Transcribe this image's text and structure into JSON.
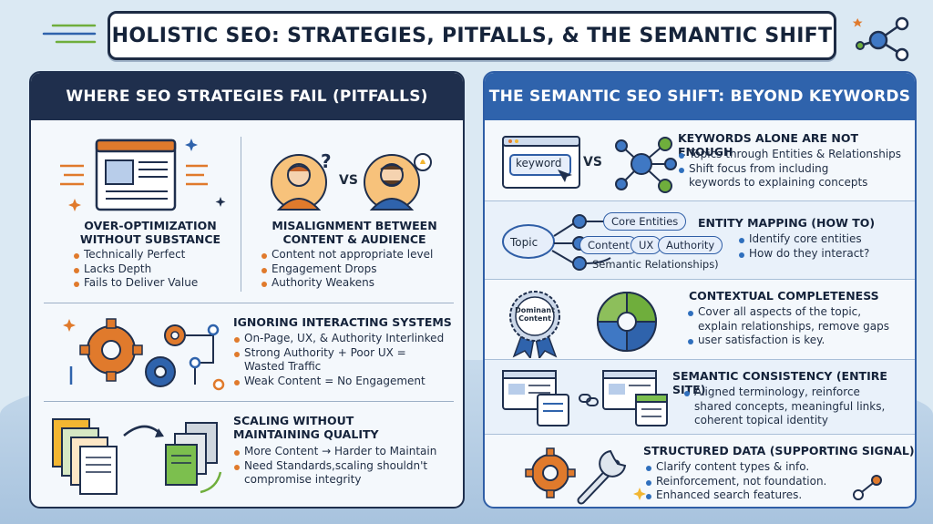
{
  "title": "HOLISTIC SEO: STRATEGIES, PITFALLS, & THE SEMANTIC SHIFT",
  "left_panel": {
    "heading": "WHERE SEO STRATEGIES FAIL (PITFALLS)",
    "over_opt": {
      "title_l1": "OVER-OPTIMIZATION",
      "title_l2": "WITHOUT SUBSTANCE",
      "bullets": [
        "Technically Perfect",
        "Lacks Depth",
        "Fails to Deliver Value"
      ]
    },
    "misalign": {
      "vs": "VS",
      "title_l1": "MISALIGNMENT BETWEEN",
      "title_l2": "CONTENT & AUDIENCE",
      "bullets": [
        "Content not appropriate level",
        "Engagement Drops",
        "Authority Weakens"
      ]
    },
    "systems": {
      "title": "IGNORING INTERACTING SYSTEMS",
      "bullets": [
        "On-Page, UX, & Authority Interlinked",
        "Strong Authority + Poor UX =",
        "Wasted Traffic",
        "Weak Content = No Engagement"
      ]
    },
    "scaling": {
      "title_l1": "SCALING WITHOUT",
      "title_l2": "MAINTAINING QUALITY",
      "bullets": [
        "More Content → Harder to Maintain",
        "Need Standards,scaling shouldn't",
        "compromise integrity"
      ]
    }
  },
  "right_panel": {
    "heading": "THE SEMANTIC SEO SHIFT: BEYOND KEYWORDS",
    "keywords": {
      "search_text": "keyword",
      "vs": "VS",
      "title": "KEYWORDS ALONE ARE NOT ENOUGH",
      "bullets": [
        "Topics through Entities & Relationships",
        "Shift focus from including",
        "keywords to explaining concepts"
      ]
    },
    "entity": {
      "topic": "Topic",
      "core": "Core Entities",
      "content": "Content",
      "ux": "UX",
      "authority": "Authority",
      "relationships": "Semantic Relationships)",
      "title": "ENTITY MAPPING (HOW TO)",
      "bullets": [
        "Identify core entities",
        "How do they interact?"
      ]
    },
    "contextual": {
      "badge_l1": "Dominant",
      "badge_l2": "Content",
      "title": "CONTEXTUAL COMPLETENESS",
      "bullets": [
        "Cover all aspects of the topic,",
        "explain relationships, remove gaps",
        "user satisfaction is key."
      ]
    },
    "consistency": {
      "title": "SEMANTIC CONSISTENCY (ENTIRE SITE)",
      "bullets": [
        "Aligned terminology, reinforce",
        "shared concepts, meaningful links,",
        "coherent topical identity"
      ]
    },
    "structured": {
      "title": "STRUCTURED DATA (SUPPORTING SIGNAL)",
      "bullets": [
        "Clarify content types & info.",
        "Reinforcement, not foundation.",
        "Enhanced search features."
      ]
    }
  },
  "colors": {
    "navy": "#1f2f4d",
    "blue": "#2f63ac",
    "orange": "#e07a2c",
    "green": "#6fae3c",
    "bg": "#dbe9f3"
  }
}
